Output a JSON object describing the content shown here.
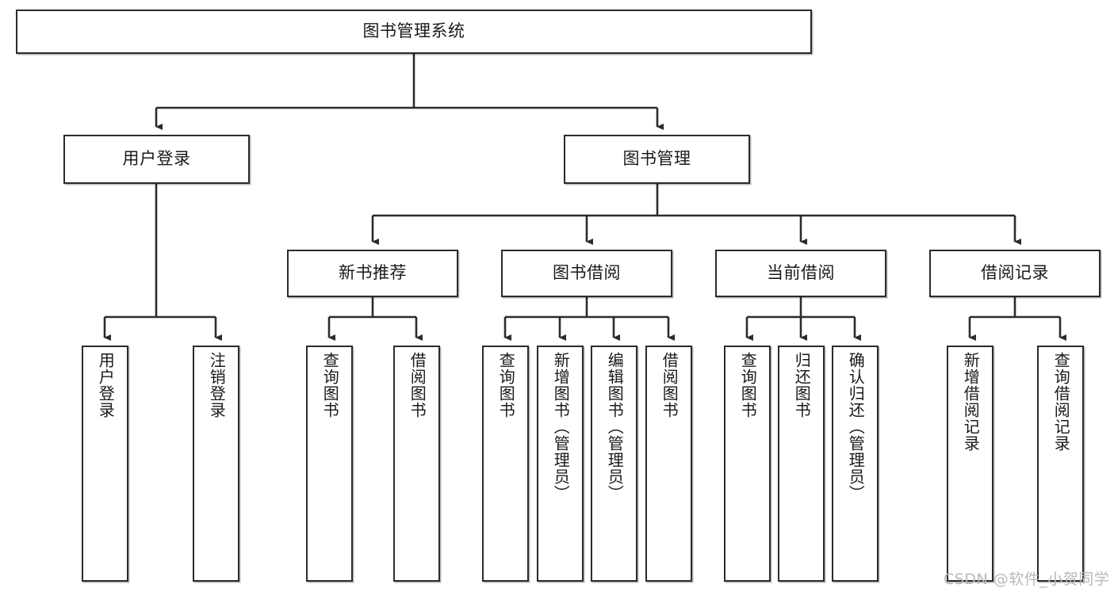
{
  "diagram": {
    "title": "图书管理系统",
    "type": "tree-hierarchy",
    "watermark": "CSDN @软件_小贺同学",
    "colors": {
      "background": "#ffffff",
      "node_border": "#2b2b2b",
      "node_fill": "#ffffff",
      "edge": "#2b2b2b",
      "text": "#1a1a1a",
      "watermark": "#b9b9b9"
    },
    "root": {
      "label": "图书管理系统"
    },
    "level2": [
      {
        "label": "用户登录"
      },
      {
        "label": "图书管理"
      }
    ],
    "level3": [
      {
        "label": "新书推荐"
      },
      {
        "label": "图书借阅"
      },
      {
        "label": "当前借阅"
      },
      {
        "label": "借阅记录"
      }
    ],
    "leaves": {
      "user_login": [
        {
          "label": "用户登录"
        },
        {
          "label": "注销登录"
        }
      ],
      "new_book_recommend": [
        {
          "label": "查询图书"
        },
        {
          "label": "借阅图书"
        }
      ],
      "book_borrow": [
        {
          "label": "查询图书"
        },
        {
          "label": "新增图书（管理员）"
        },
        {
          "label": "编辑图书（管理员）"
        },
        {
          "label": "借阅图书"
        }
      ],
      "current_borrow": [
        {
          "label": "查询图书"
        },
        {
          "label": "归还图书"
        },
        {
          "label": "确认归还（管理员）"
        }
      ],
      "borrow_record": [
        {
          "label": "新增借阅记录"
        },
        {
          "label": "查询借阅记录"
        }
      ]
    }
  }
}
